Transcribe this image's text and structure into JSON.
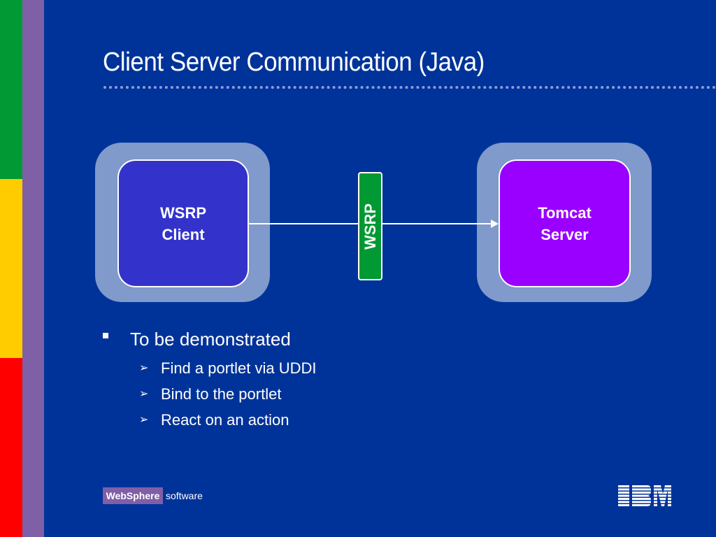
{
  "slide": {
    "title": "Client Server Communication (Java)",
    "colors": {
      "background": "#003399",
      "stripe_green": "#009933",
      "stripe_yellow": "#ffcc00",
      "stripe_red": "#ff0000",
      "stripe_purple": "#7f5fa5",
      "client_box": "#3333cc",
      "server_box": "#9900ff",
      "protocol_pill": "#009933"
    }
  },
  "diagram": {
    "client": {
      "line1": "WSRP",
      "line2": "Client"
    },
    "protocol": "WSRP",
    "server": {
      "line1": "Tomcat",
      "line2": "Server"
    }
  },
  "bullets": {
    "main": "To be demonstrated",
    "items": [
      "Find a portlet via UDDI",
      "Bind to the portlet",
      "React on an action"
    ]
  },
  "footer": {
    "brand": "WebSphere",
    "suffix": "software",
    "logo": "IBM"
  }
}
